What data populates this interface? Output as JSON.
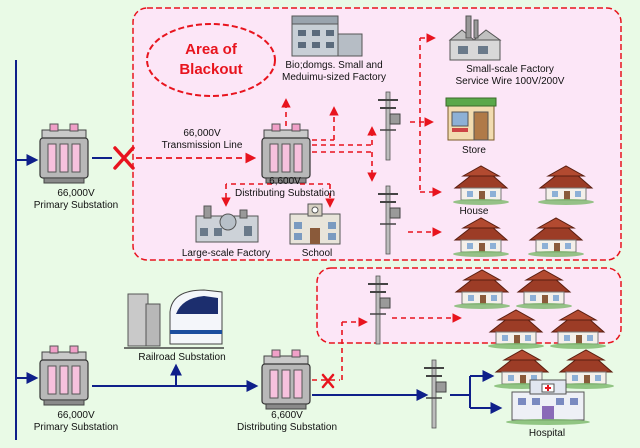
{
  "area_label": "Area of Blackout",
  "labels": {
    "primary_substation_top": [
      "66,000V",
      "Primary Substation"
    ],
    "primary_substation_bottom": [
      "66,000V",
      "Primary Substation"
    ],
    "transmission_line": [
      "66,000V",
      "Transmission Line"
    ],
    "distributing_substation_top": [
      "6,600V",
      "Distributing Substation"
    ],
    "distributing_substation_bottom": [
      "6,600V",
      "Distributing Substation"
    ],
    "mid_factory": [
      "Bio;domgs. Small and",
      "Meduimu-sized Factory"
    ],
    "small_factory": [
      "Small-scale Factory",
      "Service Wire 100V/200V"
    ],
    "store": "Store",
    "house": "House",
    "large_factory": "Large-scale Factory",
    "school": "School",
    "railroad_substation": "Railroad Substation",
    "hospital": "Hospital"
  },
  "colors": {
    "background": "#e9fae6",
    "blackout_fill": "#fce6f7",
    "blackout_line": "#e8141e",
    "power_line": "#0f1f8a",
    "outage_mark": "#e8141e"
  },
  "icons": [
    "transformer-icon",
    "utility-pole-icon",
    "house-icon",
    "factory-icon",
    "store-icon",
    "school-icon",
    "train-icon",
    "hospital-icon",
    "outage-x-icon"
  ]
}
